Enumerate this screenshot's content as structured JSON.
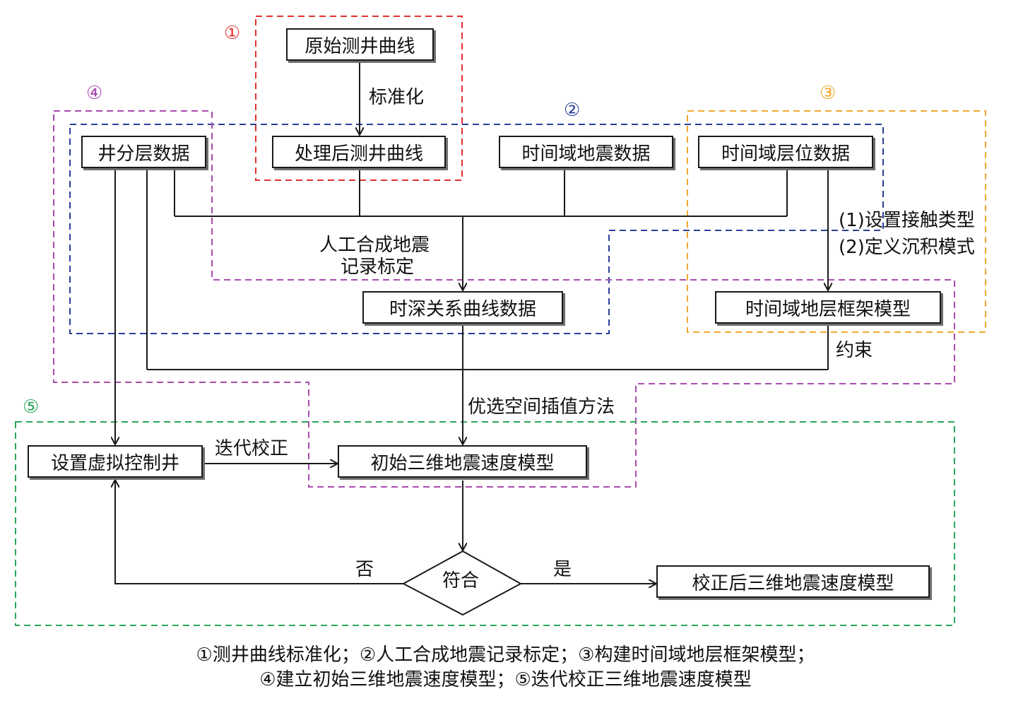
{
  "group_markers": {
    "g1": "①",
    "g2": "②",
    "g3": "③",
    "g4": "④",
    "g5": "⑤"
  },
  "colors": {
    "g1": "#e0302f",
    "g2": "#2a3f9a",
    "g3": "#f0a830",
    "g4": "#a94bb0",
    "g5": "#2aa65a"
  },
  "nodes": {
    "original_log": "原始测井曲线",
    "processed_log": "处理后测井曲线",
    "well_tops": "井分层数据",
    "time_seismic": "时间域地震数据",
    "time_horizons": "时间域层位数据",
    "td_curve": "时深关系曲线数据",
    "time_framework": "时间域地层框架模型",
    "virtual_well": "设置虚拟控制井",
    "initial_model": "初始三维地震速度模型",
    "decision": "符合",
    "final_model": "校正后三维地震速度模型"
  },
  "edge_labels": {
    "normalize": "标准化",
    "synthetic_line1": "人工合成地震",
    "synthetic_line2": "记录标定",
    "setting1": "(1)设置接触类型",
    "setting2": "(2)定义沉积模式",
    "constraint": "约束",
    "interp": "优选空间插值方法",
    "iterate": "迭代校正",
    "no": "否",
    "yes": "是"
  },
  "caption": {
    "line1": "①测井曲线标准化；②人工合成地震记录标定；③构建时间域地层框架模型；",
    "line2": "④建立初始三维地震速度模型；⑤迭代校正三维地震速度模型"
  }
}
